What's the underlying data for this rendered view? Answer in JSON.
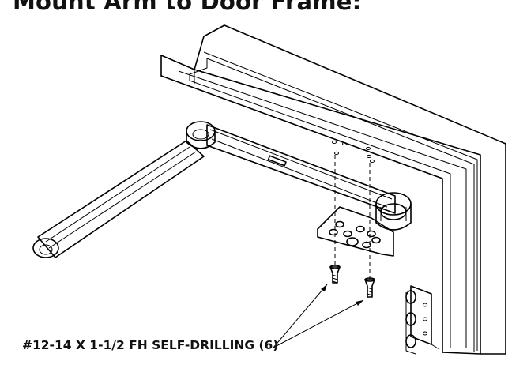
{
  "title": "Mount Arm to Door Frame:",
  "callout": {
    "text": "#12-14 X 1-1/2 FH SELF-DRILLING (6)"
  },
  "icons": [
    "door-frame",
    "closer-arm",
    "mounting-bracket",
    "screw",
    "hinge"
  ],
  "colors": {
    "line": "#000000",
    "background": "#ffffff"
  }
}
